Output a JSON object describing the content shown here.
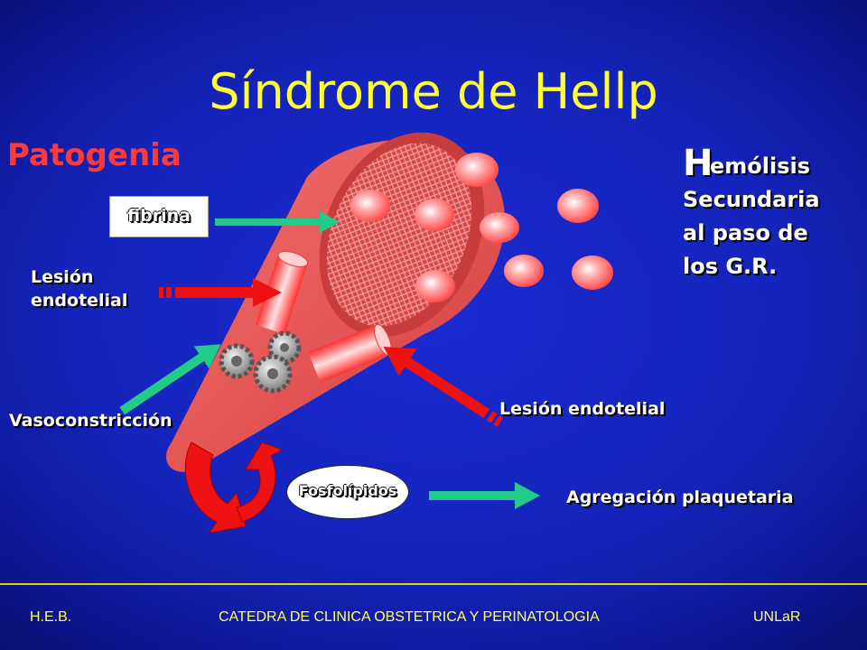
{
  "slide": {
    "title": "Síndrome de Hellp",
    "subtitle": "Patogenia"
  },
  "labels": {
    "fibrina": "fibrina",
    "lesion_endotelial_left_1": "Lesión",
    "lesion_endotelial_left_2": "endotelial",
    "lesion_endotelial_right": "Lesión endotelial",
    "vasoconstriccion": "Vasoconstricción",
    "fosfolipidos": "Fosfolípidos",
    "agregacion": "Agregación plaquetaria"
  },
  "hemolisis": {
    "initial": "H",
    "rest": "emólisis",
    "line2": "Secundaria",
    "line3": "al paso de",
    "line4": "los G.R."
  },
  "footer": {
    "left": "H.E.B.",
    "center": "CATEDRA DE CLINICA OBSTETRICA Y PERINATOLOGIA",
    "right": "UNLaR"
  },
  "colors": {
    "background": "#1524bb",
    "title": "#ffff33",
    "subtitle": "#ff3a3a",
    "vessel": "#e85a5a",
    "cells": "#ff6b6b",
    "arrow_red": "#ee1111",
    "arrow_green": "#22cc88",
    "footer": "#ffff66"
  },
  "icons": [
    "gear-icon",
    "circular-red-arrows-icon"
  ]
}
